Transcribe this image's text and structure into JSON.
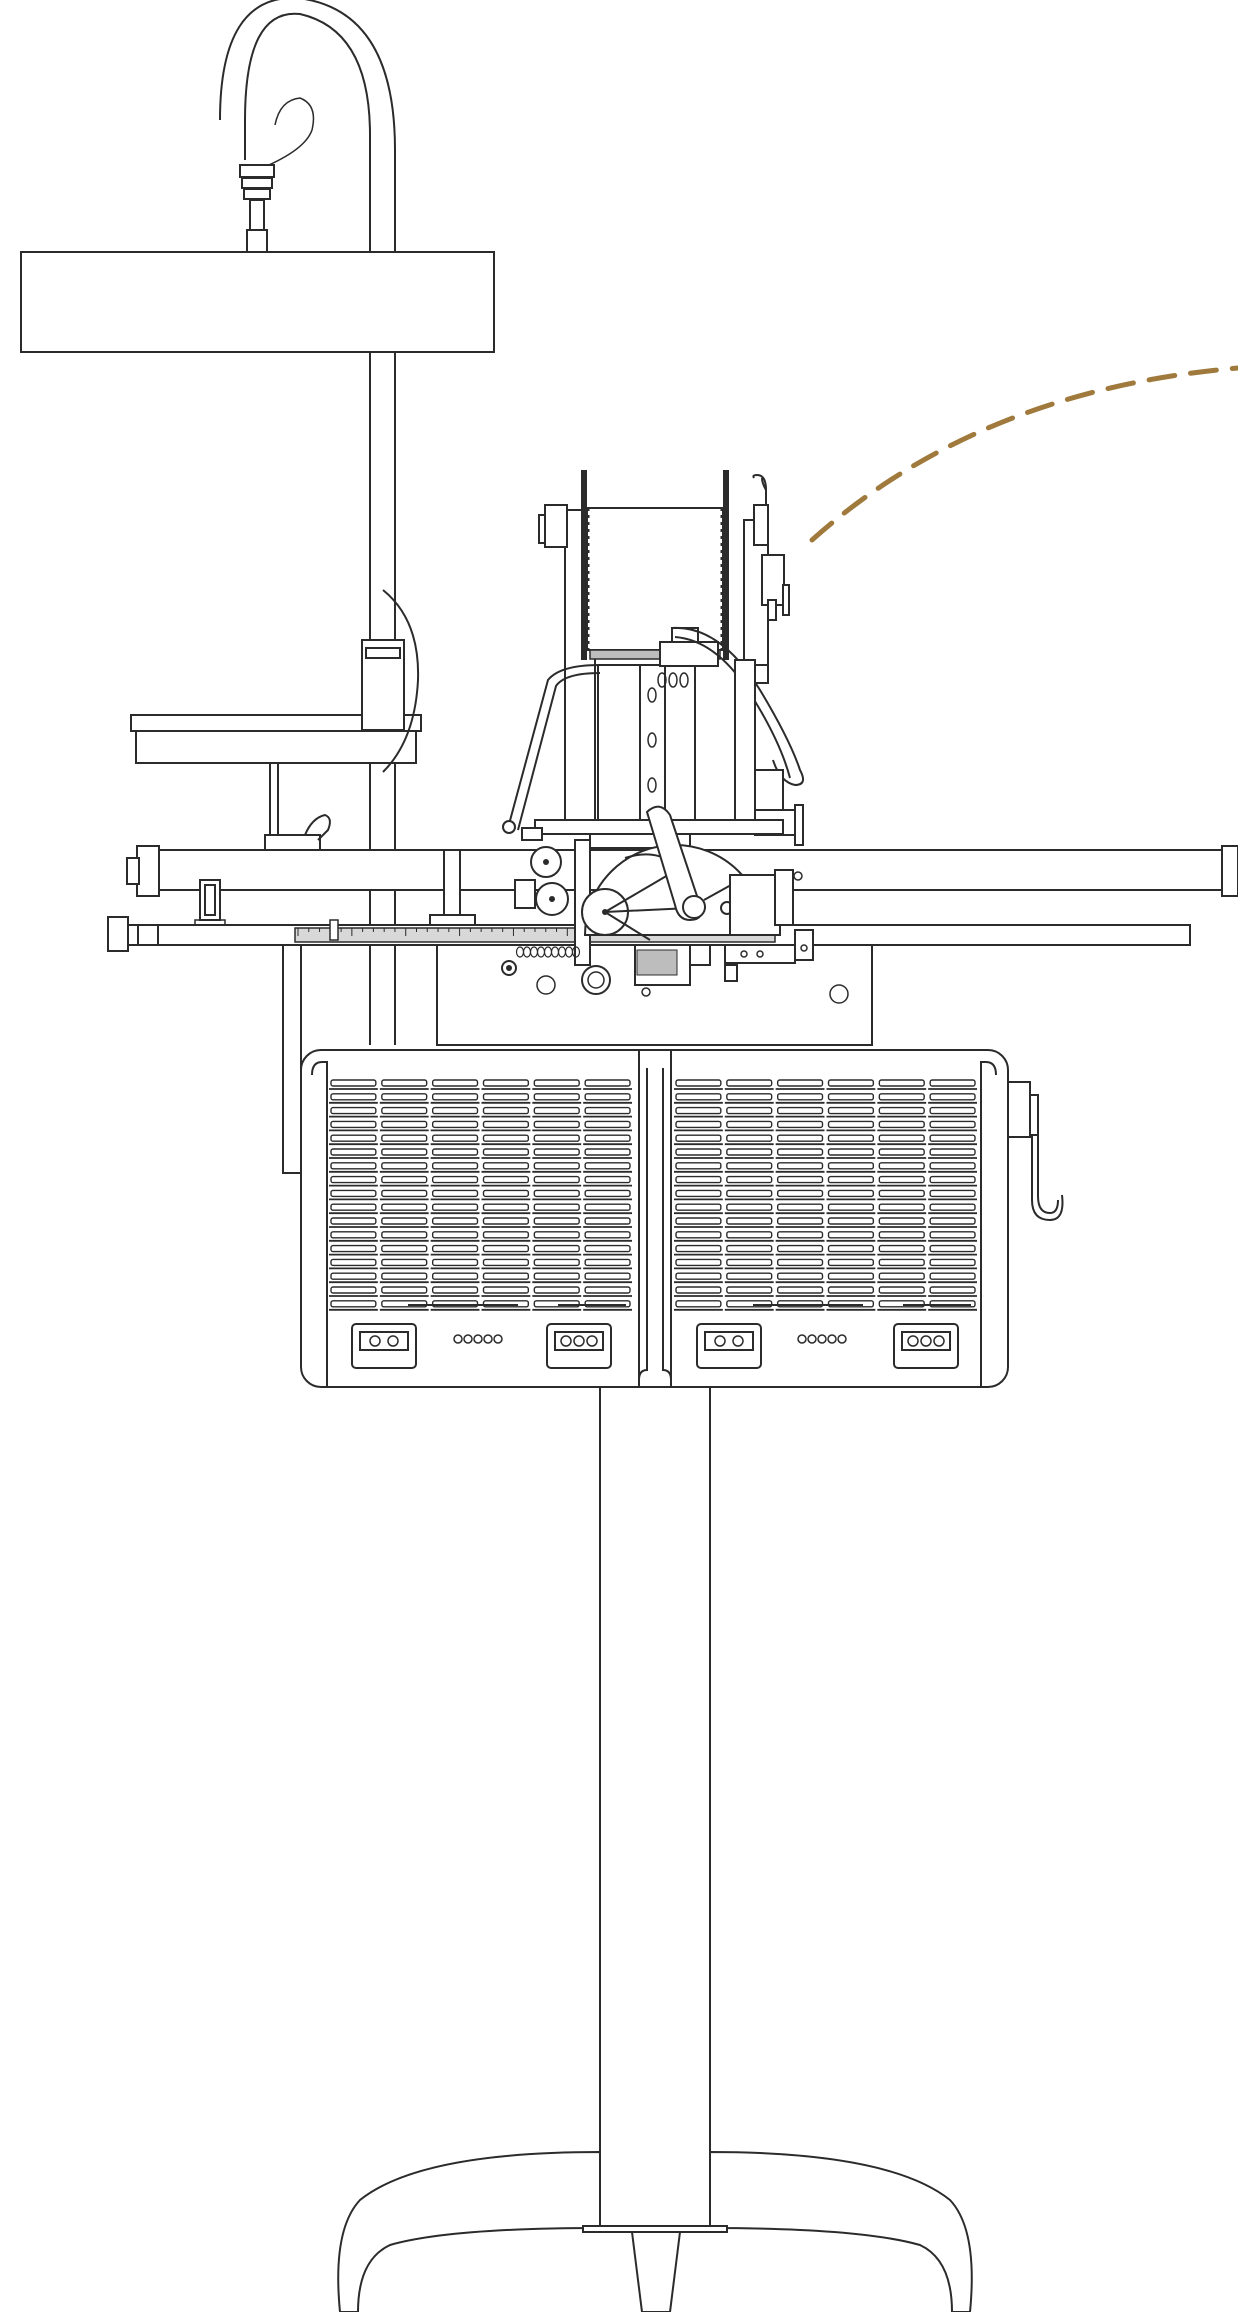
{
  "image": {
    "domain": "Diagram",
    "texts": []
  },
  "colors": {
    "line": "#2b2b2b",
    "background": "#ffffff",
    "accent": "#a07a3c"
  },
  "grille": {
    "columns": 6,
    "rows": 17
  },
  "counts": {
    "vent_columns": 6,
    "vent_rows": 17,
    "indicator_dots": 5,
    "ruler_ticks": 44
  }
}
